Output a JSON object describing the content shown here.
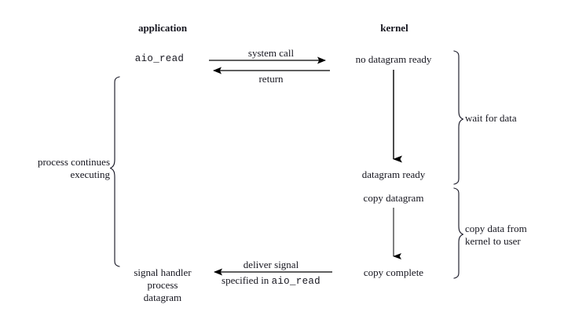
{
  "diagram": {
    "title_left": "application",
    "title_right": "kernel",
    "columns": {
      "application": {
        "call_label": "aio_read",
        "bottom_label": "signal handler\nprocess\ndatagram",
        "brace_label": "process continues\nexecuting"
      },
      "kernel": {
        "state_1": "no datagram ready",
        "state_2": "datagram ready",
        "state_3": "copy datagram",
        "state_4": "copy complete",
        "brace_label_1": "wait for data",
        "brace_label_2": "copy data from\nkernel to user"
      }
    },
    "arrows": {
      "system_call": "system call",
      "return": "return",
      "deliver_signal_line1": "deliver signal",
      "deliver_signal_line2_prefix": "specified in ",
      "deliver_signal_line2_code": "aio_read"
    },
    "colors": {
      "ink": "#16161f",
      "background": "#ffffff",
      "stroke": "#000000"
    }
  }
}
